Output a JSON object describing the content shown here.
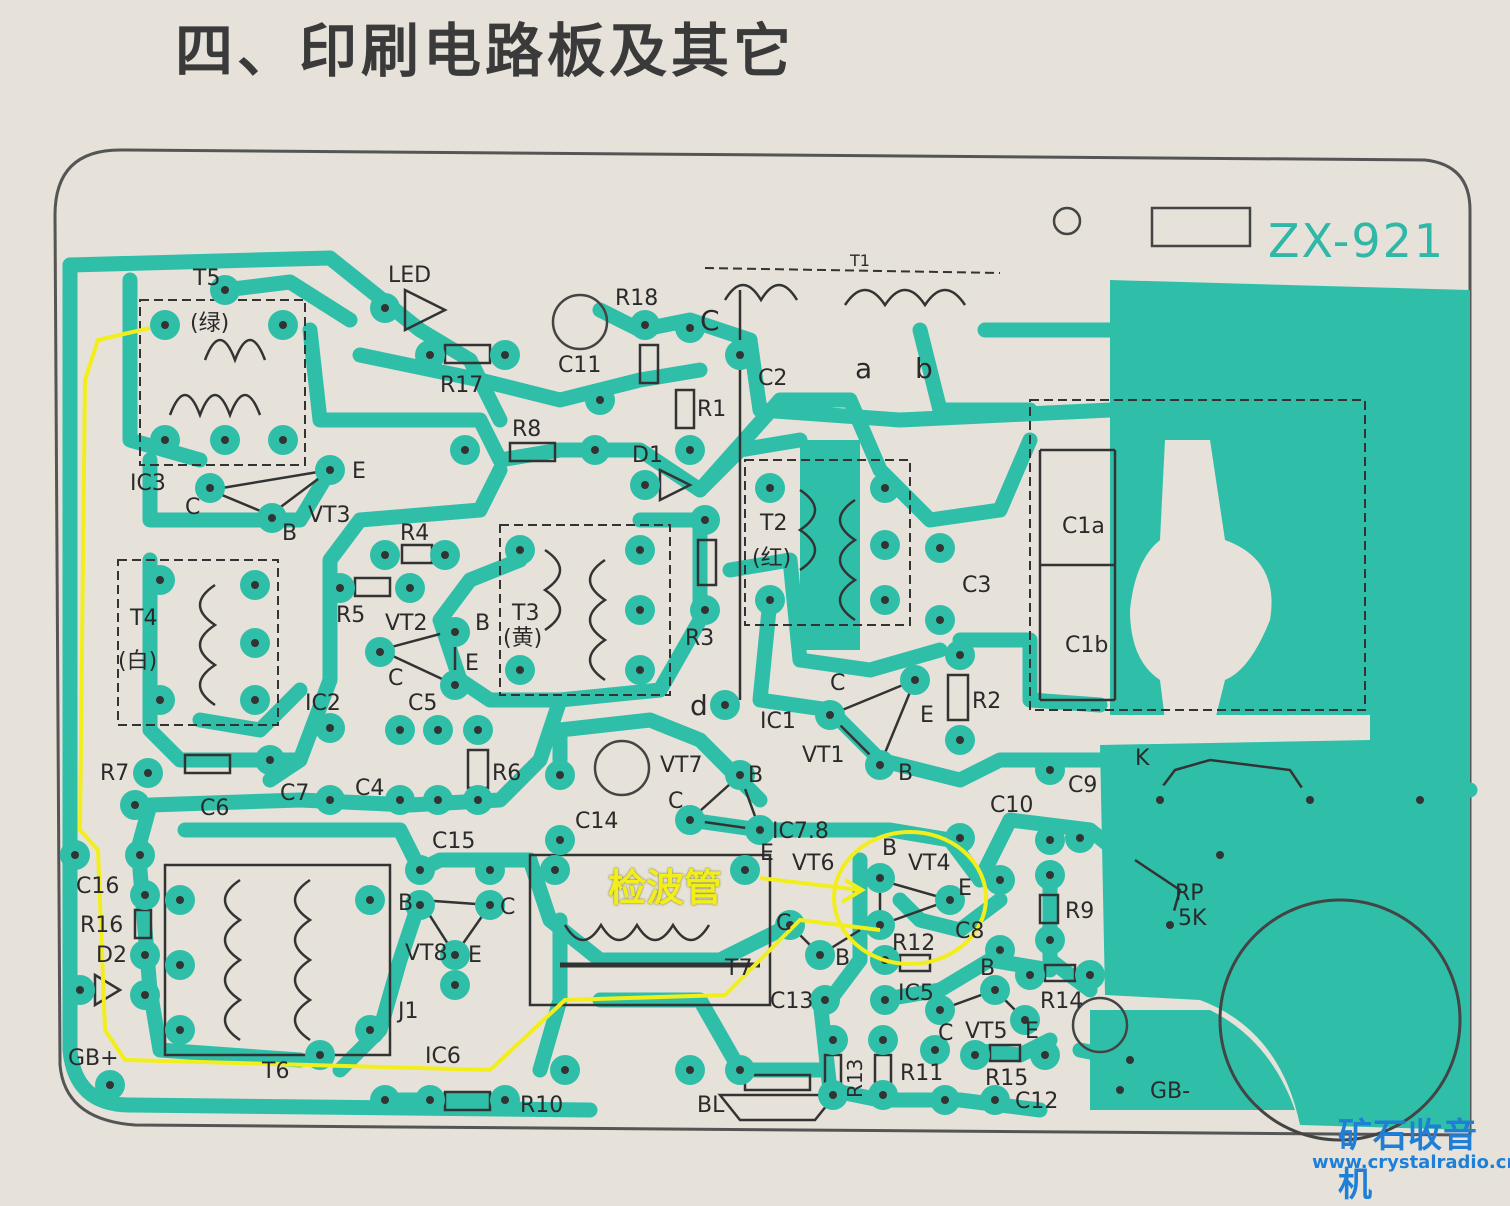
{
  "title": "四、印刷电路板及其它",
  "model": "ZX-921",
  "annotation": "检波管",
  "watermark": {
    "name": "矿石收音机",
    "url": "www.crystalradio.cn"
  },
  "colors": {
    "copper": "#2fbfa9",
    "paper": "#e6e2da",
    "highlight": "#f2ee1c",
    "ink": "#2a2a2a",
    "watermark": "#1f7fd6"
  },
  "labels": {
    "T5": "T5",
    "lv": "(绿)",
    "LED": "LED",
    "R18": "R18",
    "R17": "R17",
    "C11": "C11",
    "C": "C",
    "C2": "C2",
    "R1": "R1",
    "T1": "T1",
    "a": "a",
    "b": "b",
    "R8": "R8",
    "D1": "D1",
    "IC3": "IC3",
    "C_vt3": "C",
    "E_vt3": "E",
    "B_vt3": "B",
    "VT3": "VT3",
    "R4": "R4",
    "T2": "T2",
    "hong": "(红)",
    "C3": "C3",
    "C1a": "C1a",
    "C1b": "C1b",
    "T4": "T4",
    "bai": "(白)",
    "R5": "R5",
    "VT2": "VT2",
    "B_vt2": "B",
    "E_vt2": "E",
    "C_vt2": "C",
    "T3": "T3",
    "huang": "(黄)",
    "R3": "R3",
    "R2": "R2",
    "d": "d",
    "IC2": "IC2",
    "C5": "C5",
    "C_vt1": "C",
    "E_vt1": "E",
    "IC1": "IC1",
    "VT1": "VT1",
    "B_vt1": "B",
    "R7": "R7",
    "C4": "C4",
    "R6": "R6",
    "C7": "C7",
    "C6": "C6",
    "VT7": "VT7",
    "B_vt7": "B",
    "C_vt7": "C",
    "C14": "C14",
    "IC78": "IC7.8",
    "E_vt7": "E",
    "C9": "C9",
    "C10": "C10",
    "K": "K",
    "C15": "C15",
    "C16": "C16",
    "B_vt8": "B",
    "C_vt8": "C",
    "VT8": "VT8",
    "E_vt8": "E",
    "VT6": "VT6",
    "B_vt4": "B",
    "VT4": "VT4",
    "E_vt4": "E",
    "C_vt6": "C",
    "R12": "R12",
    "C8": "C8",
    "R9": "R9",
    "RP": "RP",
    "RP5K": "5K",
    "R16": "R16",
    "D2": "D2",
    "J1": "J1",
    "T7": "T7",
    "B_vt6": "B",
    "C13": "C13",
    "IC5": "IC5",
    "B_vt5": "B",
    "R14": "R14",
    "C_vt5": "C",
    "VT5": "VT5",
    "E_vt5": "E",
    "T6": "T6",
    "IC6": "IC6",
    "GBp": "GB+",
    "R10": "R10",
    "BL": "BL",
    "R13": "R13",
    "R11": "R11",
    "R15": "R15",
    "C12": "C12",
    "GBm": "GB-"
  }
}
